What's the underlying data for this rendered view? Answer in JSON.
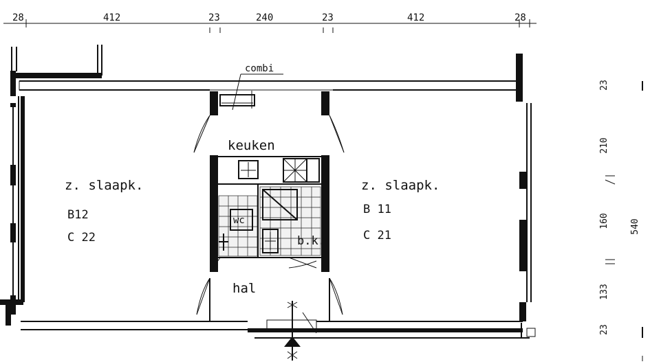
{
  "dimensions_top": [
    "28",
    "412",
    "23",
    "240",
    "23",
    "412",
    "28"
  ],
  "dimensions_right": [
    "23",
    "210",
    "160",
    "133",
    "23"
  ],
  "dimension_total": "540",
  "rooms": {
    "left_bedroom": {
      "name": "z. slaapk.",
      "code_b": "B12",
      "code_c": "C 22"
    },
    "right_bedroom": {
      "name": "z. slaapk.",
      "code_b": "B 11",
      "code_c": "C 21"
    },
    "kitchen": {
      "name": "keuken"
    },
    "wc": {
      "name": "wc"
    },
    "bathroom": {
      "name": "b.k."
    },
    "hall": {
      "name": "hal"
    }
  },
  "labels": {
    "combi": "combi"
  }
}
